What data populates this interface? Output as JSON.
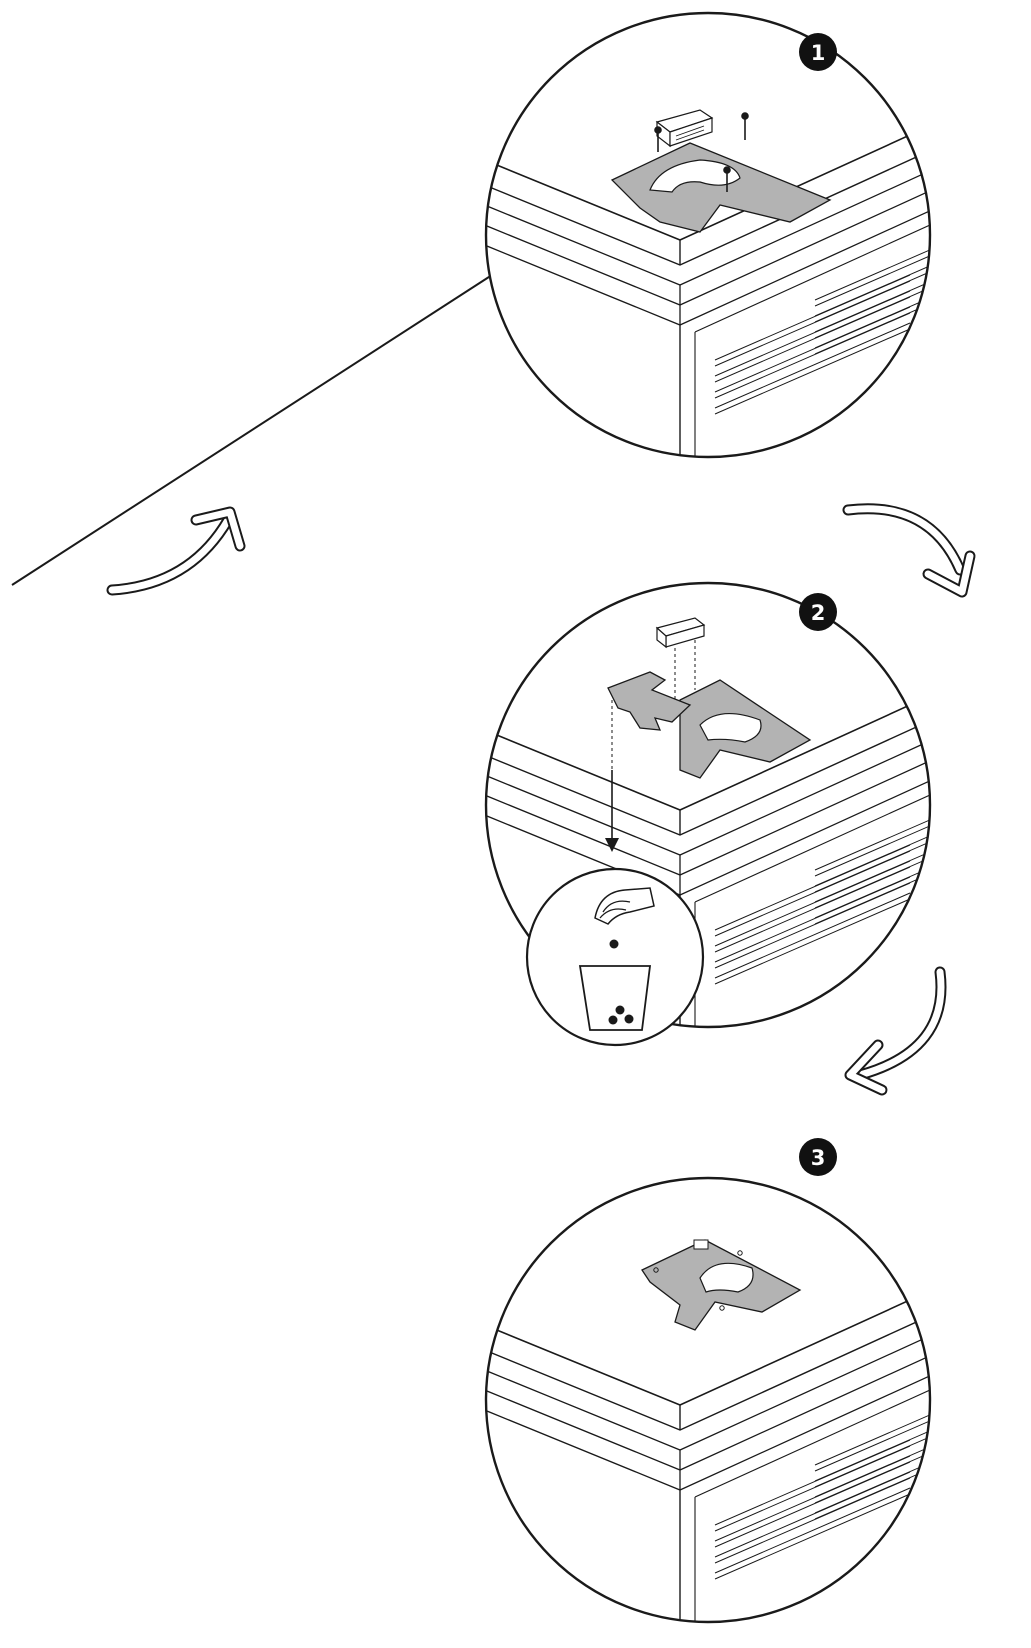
{
  "steps": [
    {
      "label": "1"
    },
    {
      "label": "2"
    },
    {
      "label": "3"
    }
  ],
  "icons": {
    "flow_arrow": "curved-arrow-icon",
    "discard": "trash-bin-icon",
    "hand": "hand-icon"
  },
  "colors": {
    "line": "#1a1a1a",
    "badge": "#111111",
    "bracket": "#b3b3b3",
    "background": "#ffffff"
  }
}
